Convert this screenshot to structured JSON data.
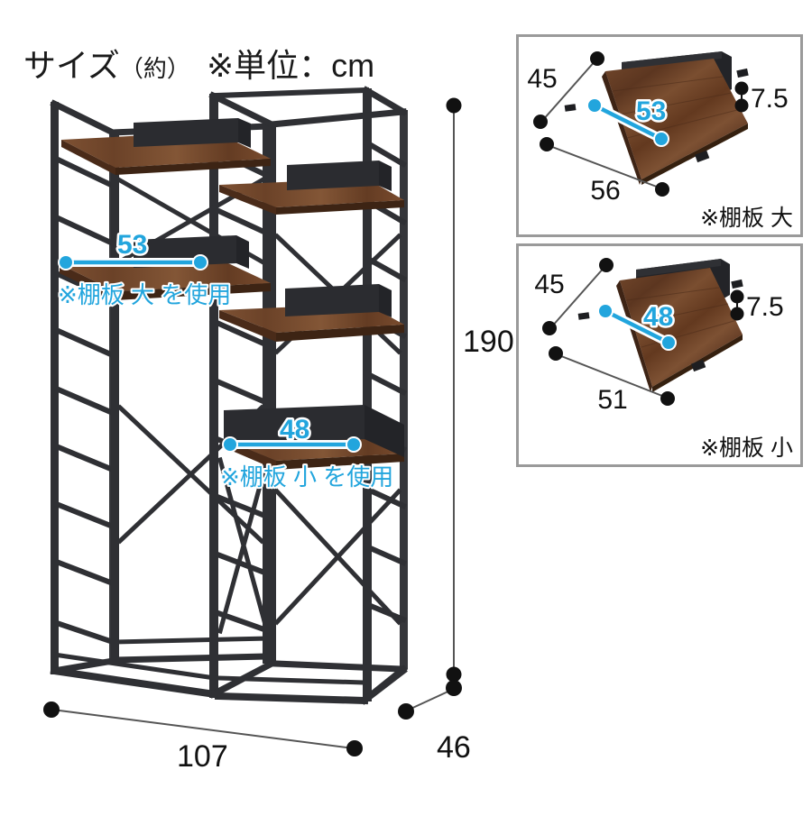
{
  "header": {
    "title_main": "サイズ",
    "title_approx": "（約）",
    "title_unit": "※単位：cm"
  },
  "main_diagram": {
    "name": "shelf-rack-illustration",
    "dimensions": {
      "height": "190",
      "width": "107",
      "depth": "46"
    },
    "annotations": [
      {
        "value": "53",
        "note": "※棚板 大 を使用"
      },
      {
        "value": "48",
        "note": "※棚板 小 を使用"
      }
    ]
  },
  "panels": [
    {
      "id": "shelf-board-large",
      "caption": "※棚板 大",
      "depth": "45",
      "inner_width": "53",
      "width": "56",
      "thickness": "7.5"
    },
    {
      "id": "shelf-board-small",
      "caption": "※棚板 小",
      "depth": "45",
      "inner_width": "48",
      "width": "51",
      "thickness": "7.5"
    }
  ],
  "colors": {
    "accent_blue": "#22a5dd",
    "frame_black": "#2f3034",
    "wood_brown": "#6b4228",
    "panel_border": "#9a9a9a",
    "dim_black": "#111111"
  }
}
